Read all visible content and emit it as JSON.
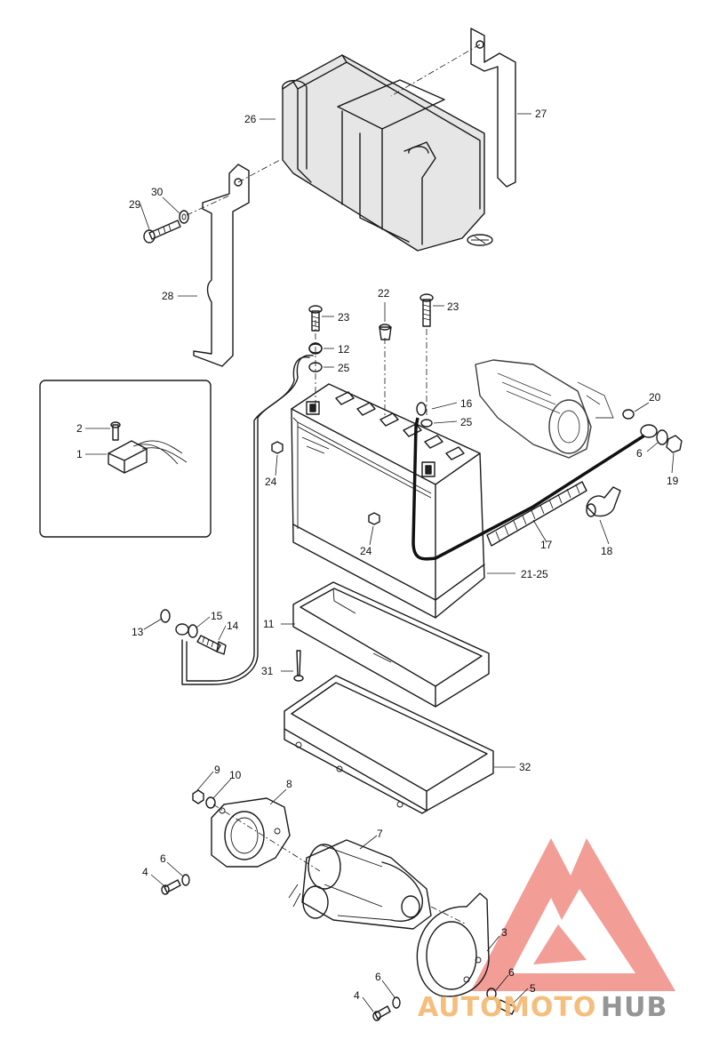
{
  "callouts": {
    "c1": "1",
    "c2": "2",
    "c3": "3",
    "c4a": "4",
    "c4b": "4",
    "c5": "5",
    "c6a": "6",
    "c6b": "6",
    "c6c": "6",
    "c7": "7",
    "c8": "8",
    "c9": "9",
    "c10": "10",
    "c11": "11",
    "c12": "12",
    "c13": "13",
    "c14": "14",
    "c15": "15",
    "c16": "16",
    "c17": "17",
    "c18": "18",
    "c19": "19",
    "c20": "20",
    "c2125": "21-25",
    "c22": "22",
    "c23a": "23",
    "c23b": "23",
    "c24a": "24",
    "c24b": "24",
    "c25a": "25",
    "c25b": "25",
    "c26": "26",
    "c27": "27",
    "c28": "28",
    "c29": "29",
    "c30": "30",
    "c31": "31",
    "c32": "32"
  },
  "watermark": {
    "part1": "AUTO",
    "part2": "MOTO",
    "part3": "HUB",
    "color_red": "#f08c84",
    "color_orange": "#f5b870",
    "color_gray": "#8a8a8a"
  }
}
